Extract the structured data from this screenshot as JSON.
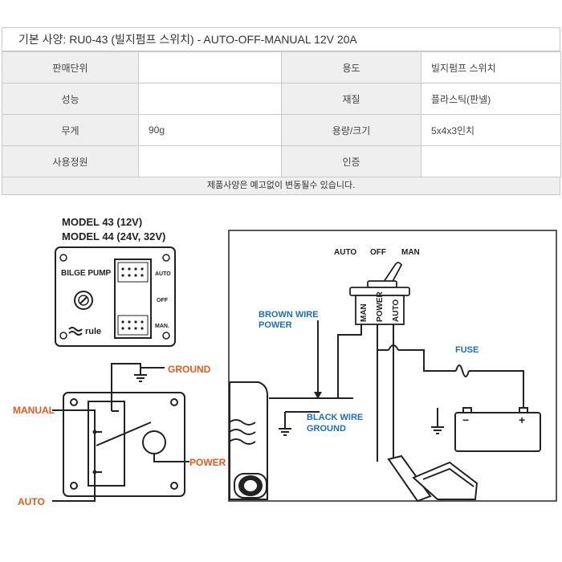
{
  "spec": {
    "title": "기본 사양: RU0-43 (빌지펌프 스위치) - AUTO-OFF-MANUAL 12V 20A",
    "rows": [
      {
        "l1": "판매단위",
        "v1": "",
        "l2": "용도",
        "v2": "빌지펌프 스위치"
      },
      {
        "l1": "성능",
        "v1": "",
        "l2": "재질",
        "v2": "플라스틱(판넬)"
      },
      {
        "l1": "무게",
        "v1": "90g",
        "l2": "용량/크기",
        "v2": "5x4x3인치"
      },
      {
        "l1": "사용정원",
        "v1": "",
        "l2": "인증",
        "v2": ""
      }
    ],
    "note": "제품사양은 예고없이 변동될수 있습니다."
  },
  "panel": {
    "model_line1": "MODEL 43 (12V)",
    "model_line2": "MODEL 44 (24V, 32V)",
    "label": "BILGE PUMP",
    "pos_auto": "AUTO",
    "pos_off": "OFF",
    "pos_man": "MAN.",
    "brand": "rule"
  },
  "left_wiring": {
    "ground": "GROUND",
    "manual": "MANUAL",
    "power": "POWER",
    "auto": "AUTO"
  },
  "right_wiring": {
    "sw_auto": "AUTO",
    "sw_off": "OFF",
    "sw_man": "MAN",
    "term_man": "MAN",
    "term_power": "POWER",
    "term_auto": "AUTO",
    "brown_line1": "BROWN WIRE",
    "brown_line2": "POWER",
    "black_line1": "BLACK WIRE",
    "black_line2": "GROUND",
    "fuse": "FUSE",
    "battery_minus": "−",
    "battery_plus": "+"
  },
  "colors": {
    "orange": "#e35a1f",
    "blue": "#1f6fb3",
    "line": "#222222"
  }
}
